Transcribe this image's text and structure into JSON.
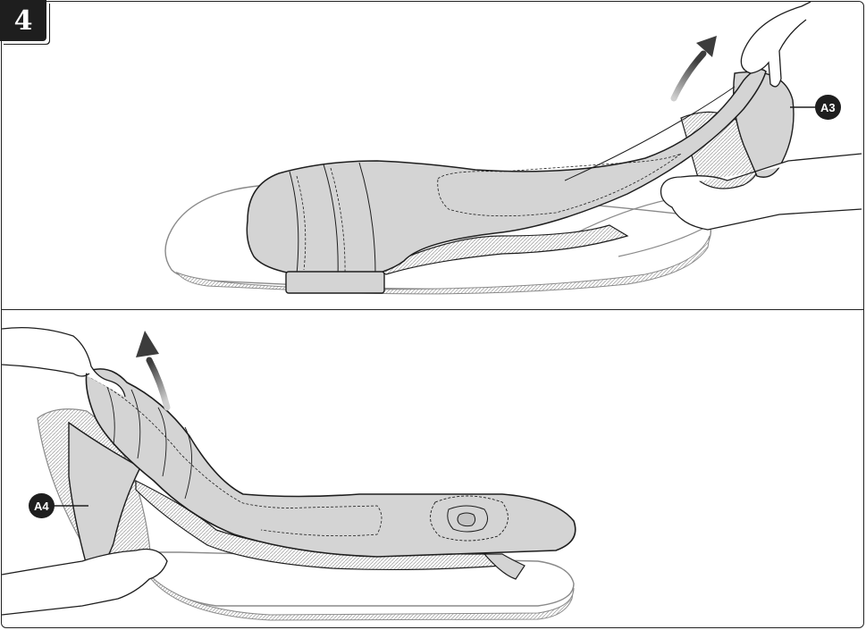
{
  "step": {
    "number": "4"
  },
  "panels": [
    {
      "id": "top",
      "callout": "A3"
    },
    {
      "id": "bottom",
      "callout": "A4"
    }
  ],
  "colors": {
    "cover_fill": "#d4d4d4",
    "outline": "#1e1e1e",
    "hatch": "#9a9a9a",
    "arrow": "#5a5a5a",
    "badge": "#1e1e1e"
  },
  "icons": [
    "up-arrow-icon",
    "hand-icon"
  ]
}
